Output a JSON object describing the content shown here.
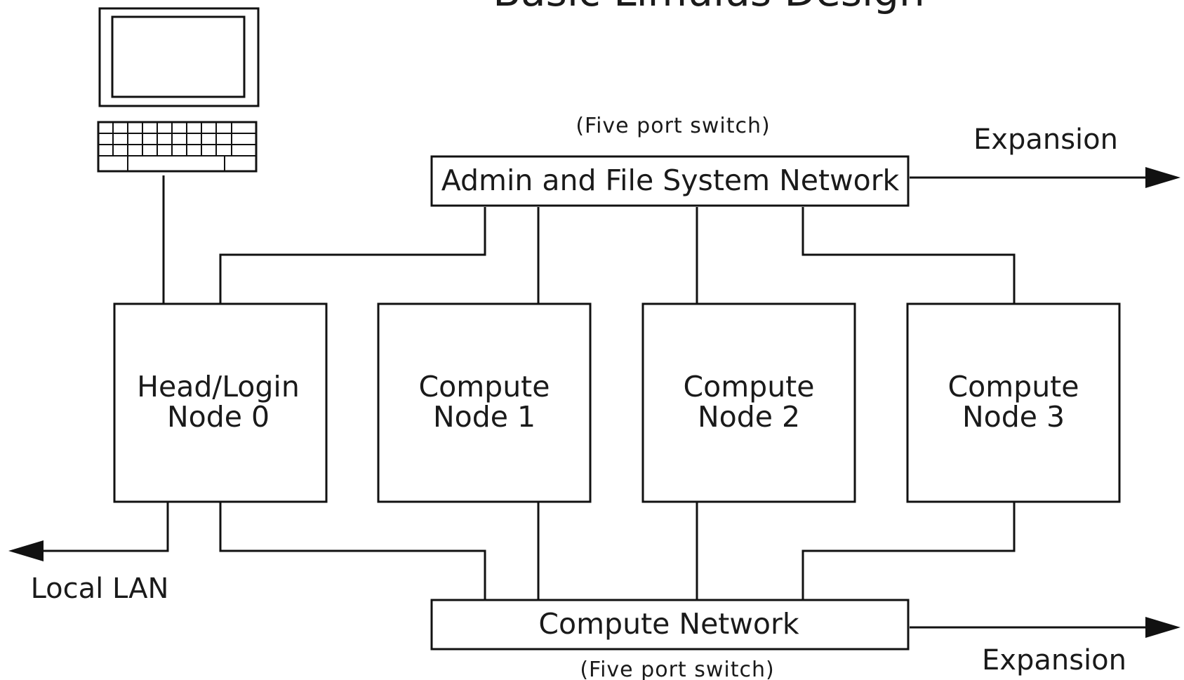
{
  "diagram": {
    "title": "Basic Limulus Design",
    "workstation": {
      "icon": "computer-workstation-icon"
    },
    "admin_network": {
      "label": "Admin and File System Network",
      "note": "(Five port switch)"
    },
    "compute_network": {
      "label": "Compute Network",
      "note": "(Five port switch)"
    },
    "nodes": [
      {
        "line1": "Head/Login",
        "line2": "Node 0"
      },
      {
        "line1": "Compute",
        "line2": "Node 1"
      },
      {
        "line1": "Compute",
        "line2": "Node 2"
      },
      {
        "line1": "Compute",
        "line2": "Node 3"
      }
    ],
    "expansion_top": "Expansion",
    "expansion_bottom": "Expansion",
    "local_lan": "Local LAN",
    "colors": {
      "line": "#111111",
      "background": "#ffffff"
    }
  }
}
